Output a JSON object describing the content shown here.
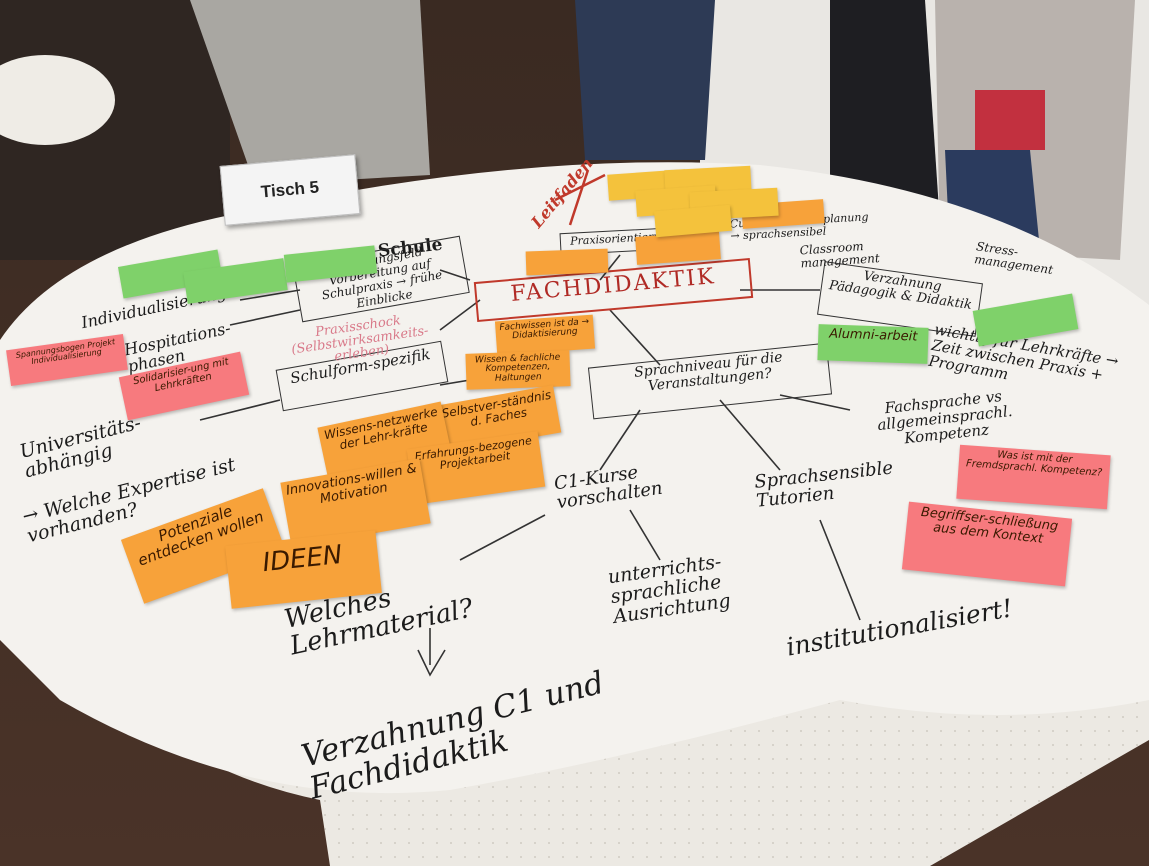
{
  "table_card": "Tisch 5",
  "center": "FACHDIDAKTIK",
  "colors": {
    "orange": "#f7a23a",
    "pink": "#f77a7e",
    "green": "#7fd16a",
    "yellow": "#f4c23c",
    "paper": "#f4f2ee"
  },
  "boxes": {
    "schule": "Schule",
    "spannung": "Spannungsfeld Vorbereitung auf Schulpraxis → frühe Einblicke",
    "schulform": "Schulform-spezifik",
    "sprachniveau": "Sprachniveau für die Veranstaltungen?",
    "verzahnung_paed": "Verzahnung Pädagogik & Didaktik",
    "praxisorientierung": "Praxisorientierung"
  },
  "texts": {
    "individualisierung": "Individualisierung",
    "hospitation": "Hospitations-phasen",
    "praxisschock": "Praxisschock (Selbstwirksamkeits-erleben)",
    "universitaet": "Universitäts-abhängig",
    "expertise": "→ Welche Expertise ist vorhanden?",
    "c1": "C1-Kurse vorschalten",
    "unterricht": "unterrichts-sprachliche Ausrichtung",
    "sprachsensibel": "Sprachsensible Tutorien",
    "fachsprache": "Fachsprache vs allgemeinsprachl. Kompetenz",
    "wichtig": "wichtig für Lehrkräfte → Zeit zwischen Praxis + Programm",
    "classroom": "Classroom management",
    "stress": "Stress-management",
    "curriculum": "Curriculum Lehrplanung → sprachsensibel",
    "lehrmaterial": "Welches Lehrmaterial?",
    "verzahnung_c1": "Verzahnung C1 und Fachdidaktik",
    "institutionalisiert": "institutionalisiert!",
    "leitfaden": "Leitfaden"
  },
  "notes": {
    "fachwissen": "Fachwissen ist da → Didaktisierung",
    "wissen": "Wissen & fachliche Kompetenzen, Haltungen",
    "selbstverstaendnis": "Selbstver-ständnis d. Faches",
    "netzwerke": "Wissens-netzwerke der Lehr-kräfte",
    "erfahrung": "Erfahrungs-bezogene Projektarbeit",
    "innovation": "Innovations-willen & Motivation",
    "potenziale": "Potenziale entdecken wollen",
    "ideen": "IDEEN",
    "alumni": "Alumni-arbeit",
    "solidarisierung": "Solidarisier-ung mit Lehrkräften",
    "spannungsbogen": "Spannungsbogen Projekt Individualisierung",
    "was_ist": "Was ist mit der Fremdsprachl. Kompetenz?",
    "begriff": "Begriffser-schließung aus dem Kontext"
  }
}
